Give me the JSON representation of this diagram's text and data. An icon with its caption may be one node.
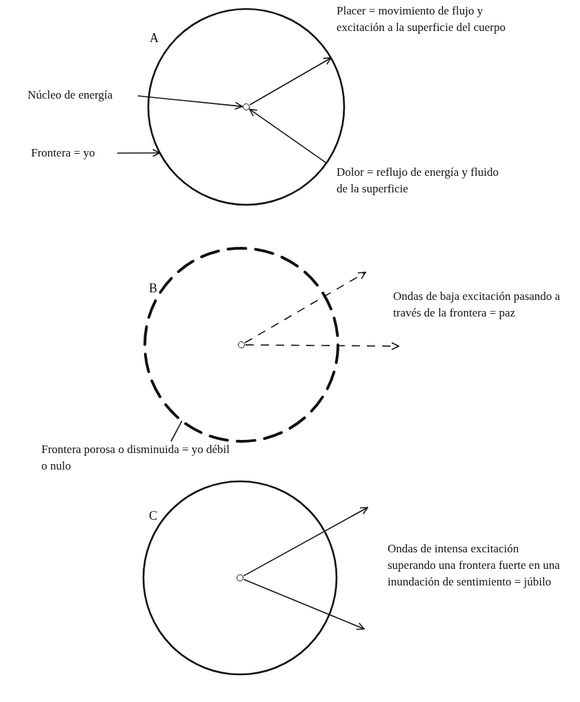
{
  "diagram": {
    "nodes": [
      {
        "text": [
          "A"
        ]
      },
      {
        "text": [],
        "shape": "circle",
        "in": 0
      },
      {
        "text": [
          "Núcleo de energía"
        ]
      },
      {
        "text": [
          "Frontera = yo"
        ]
      },
      {
        "text": [
          "B"
        ]
      },
      {
        "text": [],
        "shape": "circle",
        "in": 4
      },
      {
        "text": [
          "Frontera porosa o disminuida = yo débil o nulo"
        ]
      },
      {
        "text": [
          "C"
        ]
      },
      {
        "text": [],
        "shape": "circle",
        "in": 7
      }
    ],
    "edges": [
      {
        "from": 2,
        "to": 1,
        "arrow": "to"
      },
      {
        "from": 1,
        "to": 0,
        "arrow": "to"
      },
      {
        "from": 0,
        "to": 1,
        "arrow": "to"
      },
      {
        "from": 3,
        "to": 0,
        "arrow": "to"
      },
      {
        "from": 5,
        "to": null,
        "arrow": "to",
        "style": "dashed"
      },
      {
        "from": 5,
        "to": null,
        "arrow": "to",
        "style": "dashed"
      },
      {
        "from": 6,
        "to": 4,
        "arrow": "none"
      },
      {
        "from": 8,
        "to": null,
        "arrow": "to"
      },
      {
        "from": 8,
        "to": null,
        "arrow": "to"
      }
    ],
    "labels": [
      "Placer = movimiento de flujo y excitación a la superficie del cuerpo",
      "Dolor = reflujo de energía y fluido de la superficie",
      "Ondas de baja excitación pasando a través de la frontera = paz",
      "Ondas de intensa excitación superando una frontera fuerte en una inundación de sentimiento = júbilo"
    ]
  }
}
